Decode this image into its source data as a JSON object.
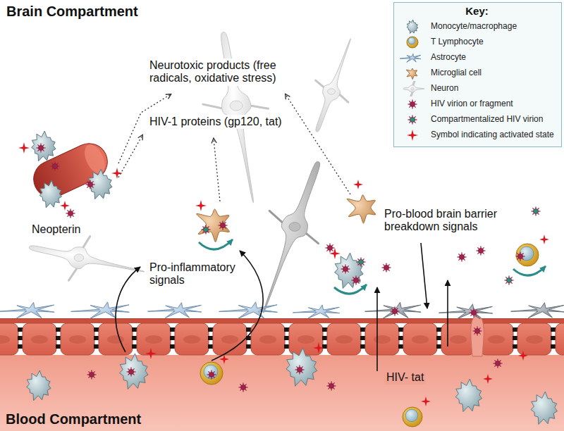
{
  "diagram": {
    "nodes": [
      {
        "text": [
          "Key:"
        ]
      },
      {
        "text": [
          "Blood Compartment"
        ]
      }
    ],
    "labels": [
      "Brain Compartment",
      "Neurotoxic products (free radicals, oxidative stress)",
      "HIV-1 proteins (gp120, tat)",
      "Pro-blood brain barrier breakdown signals",
      "Neopterin",
      "Pro-inflammatory signals",
      "HIV- tat"
    ],
    "legend": [
      {
        "text": "Monocyte/macrophage"
      },
      {
        "text": "T Lymphocyte"
      },
      {
        "text": "Astrocyte"
      },
      {
        "text": "Microglial cell"
      },
      {
        "text": "Neuron"
      },
      {
        "text": "HIV virion or fragment"
      },
      {
        "text": "Compartmentalized HIV virion"
      },
      {
        "text": "Symbol indicating activated state"
      }
    ]
  }
}
